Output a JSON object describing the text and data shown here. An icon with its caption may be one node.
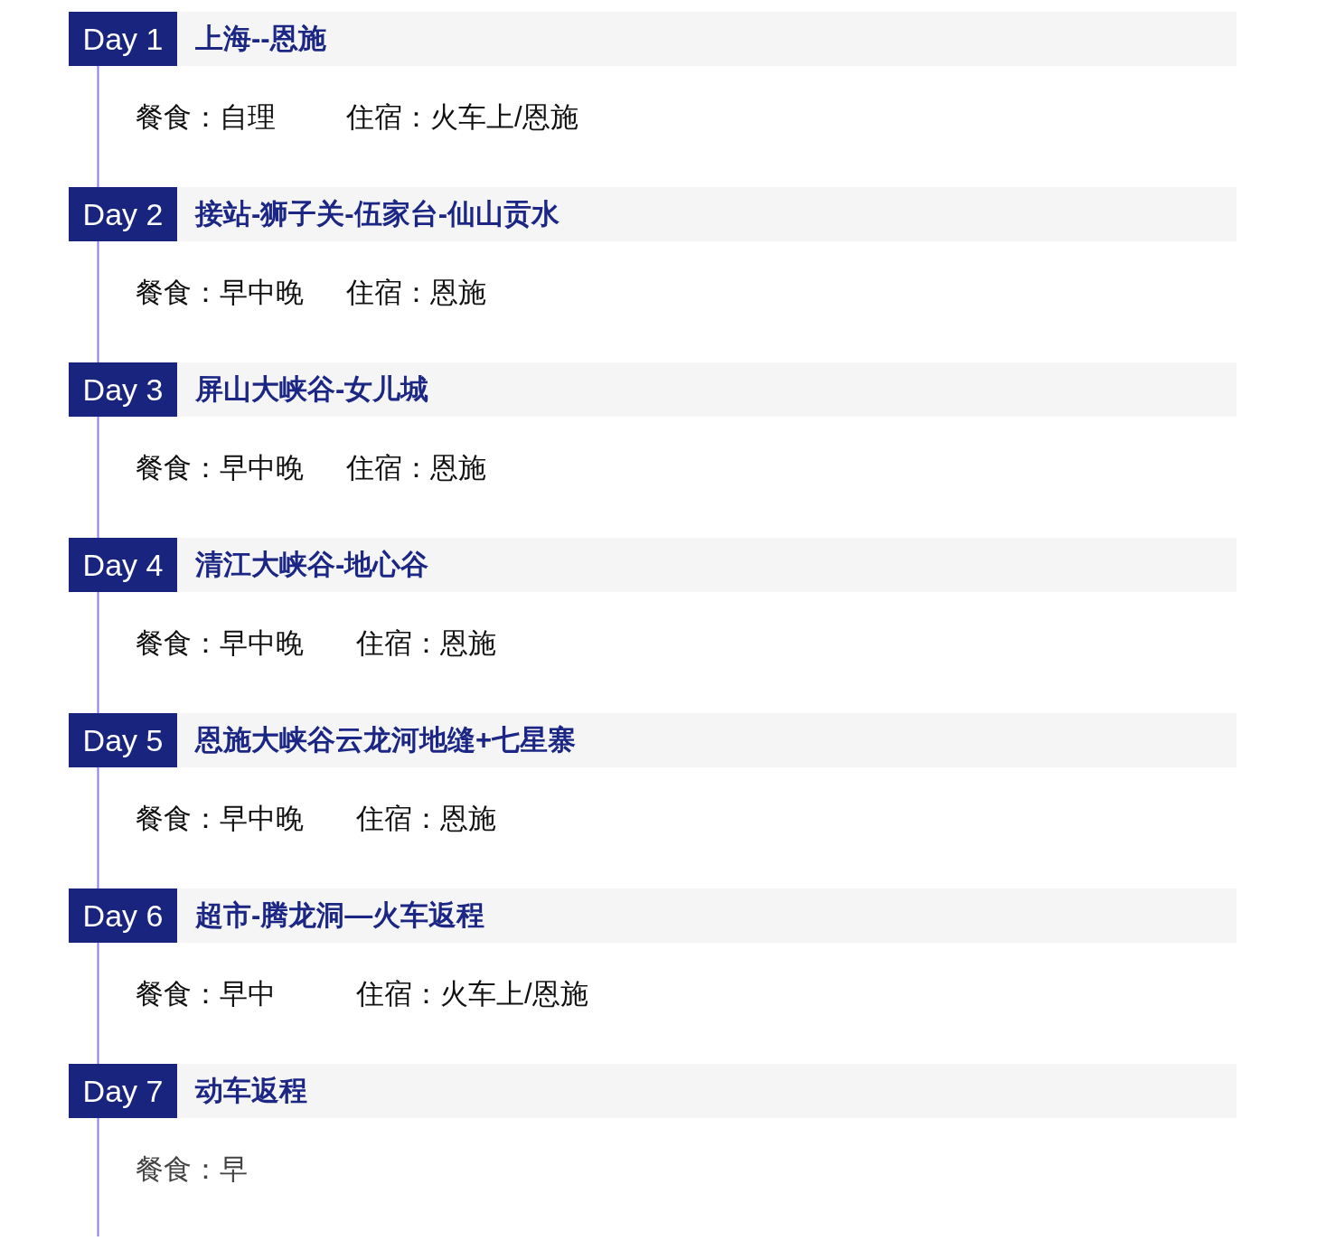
{
  "diagram": {
    "nodes": [
      {
        "text": [
          "Day 1"
        ]
      },
      {
        "text": [
          "上海--恩施"
        ],
        "beside": [
          "餐食：自理",
          "住宿：火车上/恩施"
        ]
      },
      {
        "text": [
          "Day 2"
        ]
      },
      {
        "text": [
          "接站-狮子关-伍家台-仙山贡水"
        ],
        "beside": [
          "餐食：早中晚",
          "住宿：恩施"
        ]
      },
      {
        "text": [
          "Day 3"
        ]
      },
      {
        "text": [
          "屏山大峡谷-女儿城"
        ],
        "beside": [
          "餐食：早中晚",
          "住宿：恩施"
        ]
      },
      {
        "text": [
          "Day 4"
        ]
      },
      {
        "text": [
          "清江大峡谷-地心谷"
        ],
        "beside": [
          "餐食：早中晚",
          "住宿：恩施"
        ]
      },
      {
        "text": [
          "Day 5"
        ]
      },
      {
        "text": [
          "恩施大峡谷云龙河地缝+七星寨"
        ],
        "beside": [
          "餐食：早中晚",
          "住宿：恩施"
        ]
      },
      {
        "text": [
          "Day 6"
        ]
      },
      {
        "text": [
          "超市-腾龙洞—火车返程"
        ],
        "beside": [
          "餐食：早中",
          "住宿：火车上/恩施"
        ]
      },
      {
        "text": [
          "Day 7"
        ]
      },
      {
        "text": [
          "动车返程"
        ],
        "beside": [
          "餐食：早"
        ]
      }
    ],
    "edges": [
      {
        "from": 0,
        "to": 2,
        "arrow": "none"
      },
      {
        "from": 2,
        "to": 4,
        "arrow": "none"
      },
      {
        "from": 4,
        "to": 6,
        "arrow": "none"
      },
      {
        "from": 6,
        "to": 8,
        "arrow": "none"
      },
      {
        "from": 8,
        "to": 10,
        "arrow": "none"
      },
      {
        "from": 10,
        "to": 12,
        "arrow": "none"
      },
      {
        "from": 12,
        "to": null,
        "arrow": "none"
      }
    ]
  }
}
